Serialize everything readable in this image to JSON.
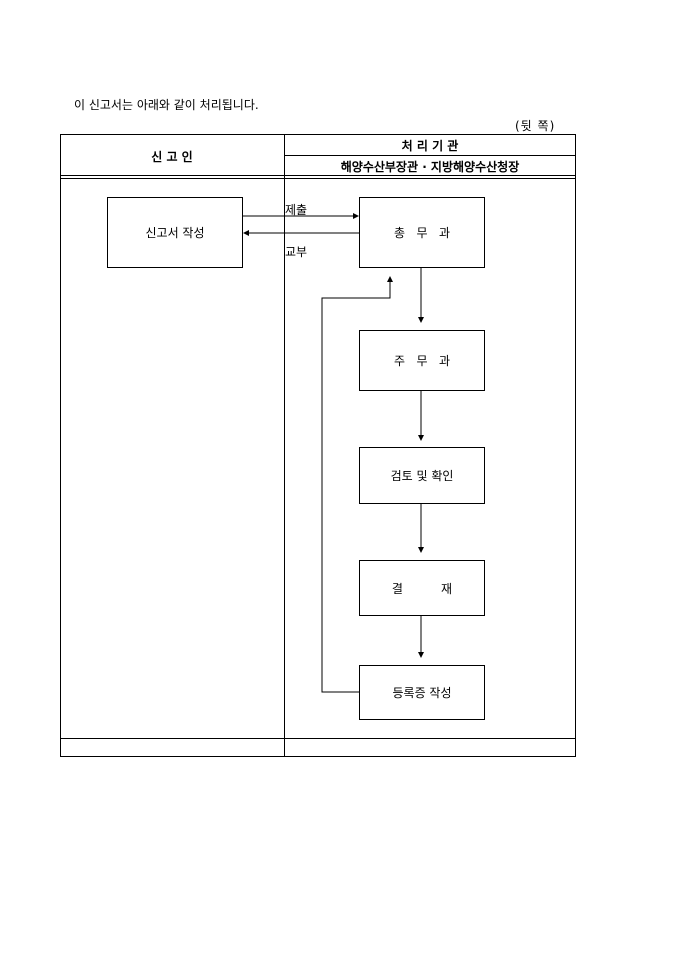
{
  "intro_text": "이 신고서는 아래와 같이 처리됩니다.",
  "page_note": "(뒷  쪽)",
  "table": {
    "left_header": "신   고   인",
    "right_header_title": "처 리 기 관",
    "right_header_sub": "해양수산부장관 · 지방해양수산청장"
  },
  "flow": {
    "applicant_box": "신고서 작성",
    "submit_label": "제출",
    "deliver_label": "교부",
    "steps": [
      "총   무   과",
      "주   무   과",
      "검토 및 확인",
      "결          재",
      "등록증 작성"
    ]
  }
}
